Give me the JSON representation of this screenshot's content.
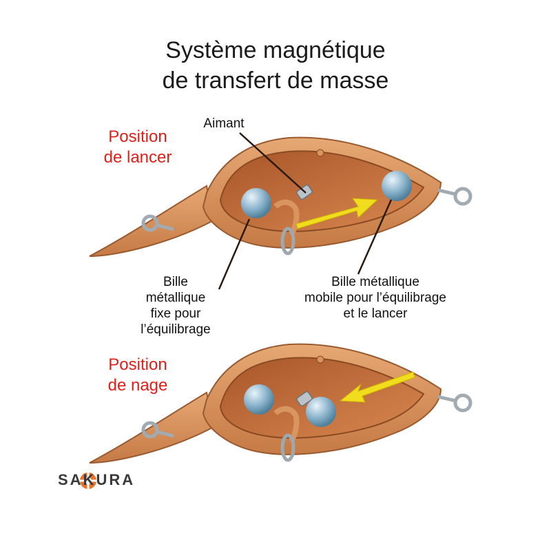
{
  "title": {
    "line1": "Système magnétique",
    "line2": "de transfert de masse"
  },
  "positions": {
    "top": {
      "line1": "Position",
      "line2": "de lancer"
    },
    "bottom": {
      "line1": "Position",
      "line2": "de nage"
    }
  },
  "callouts": {
    "aimant": "Aimant",
    "bille_fixe": [
      "Bille",
      "métallique",
      "fixe pour",
      "l’équilibrage"
    ],
    "bille_mobile": [
      "Bille métallique",
      "mobile pour l’équilibrage",
      "et le lancer"
    ]
  },
  "logo": {
    "name": "SAKURA",
    "tagline": "",
    "icon": "sakura-logo-icon"
  },
  "colors": {
    "title": "#1a1a1a",
    "position_label": "#e0201b",
    "lure_body": "#d38c57",
    "ball": "#8fb7cf",
    "arrow": "#f2dc1e"
  }
}
